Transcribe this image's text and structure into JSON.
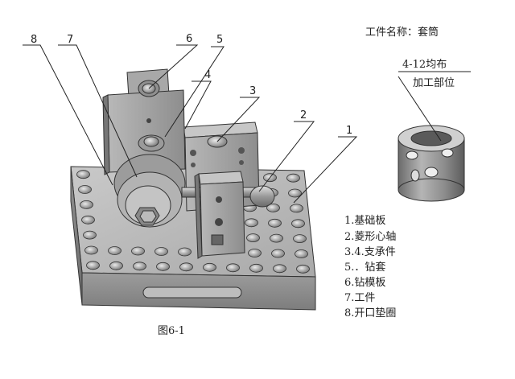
{
  "header": {
    "workpiece_label": "工件名称：套筒"
  },
  "annotation": {
    "spec": "4-12均布",
    "text": "加工部位"
  },
  "callouts": [
    "8",
    "7",
    "6",
    "5",
    "4",
    "3",
    "2",
    "1"
  ],
  "legend": {
    "items": [
      "1.基础板",
      "2.菱形心轴",
      "3.4.支承件",
      "5.．钻套",
      "6.钻模板",
      "7.工件",
      "8.开口垫圈"
    ]
  },
  "figure": {
    "caption": "图6-1"
  }
}
